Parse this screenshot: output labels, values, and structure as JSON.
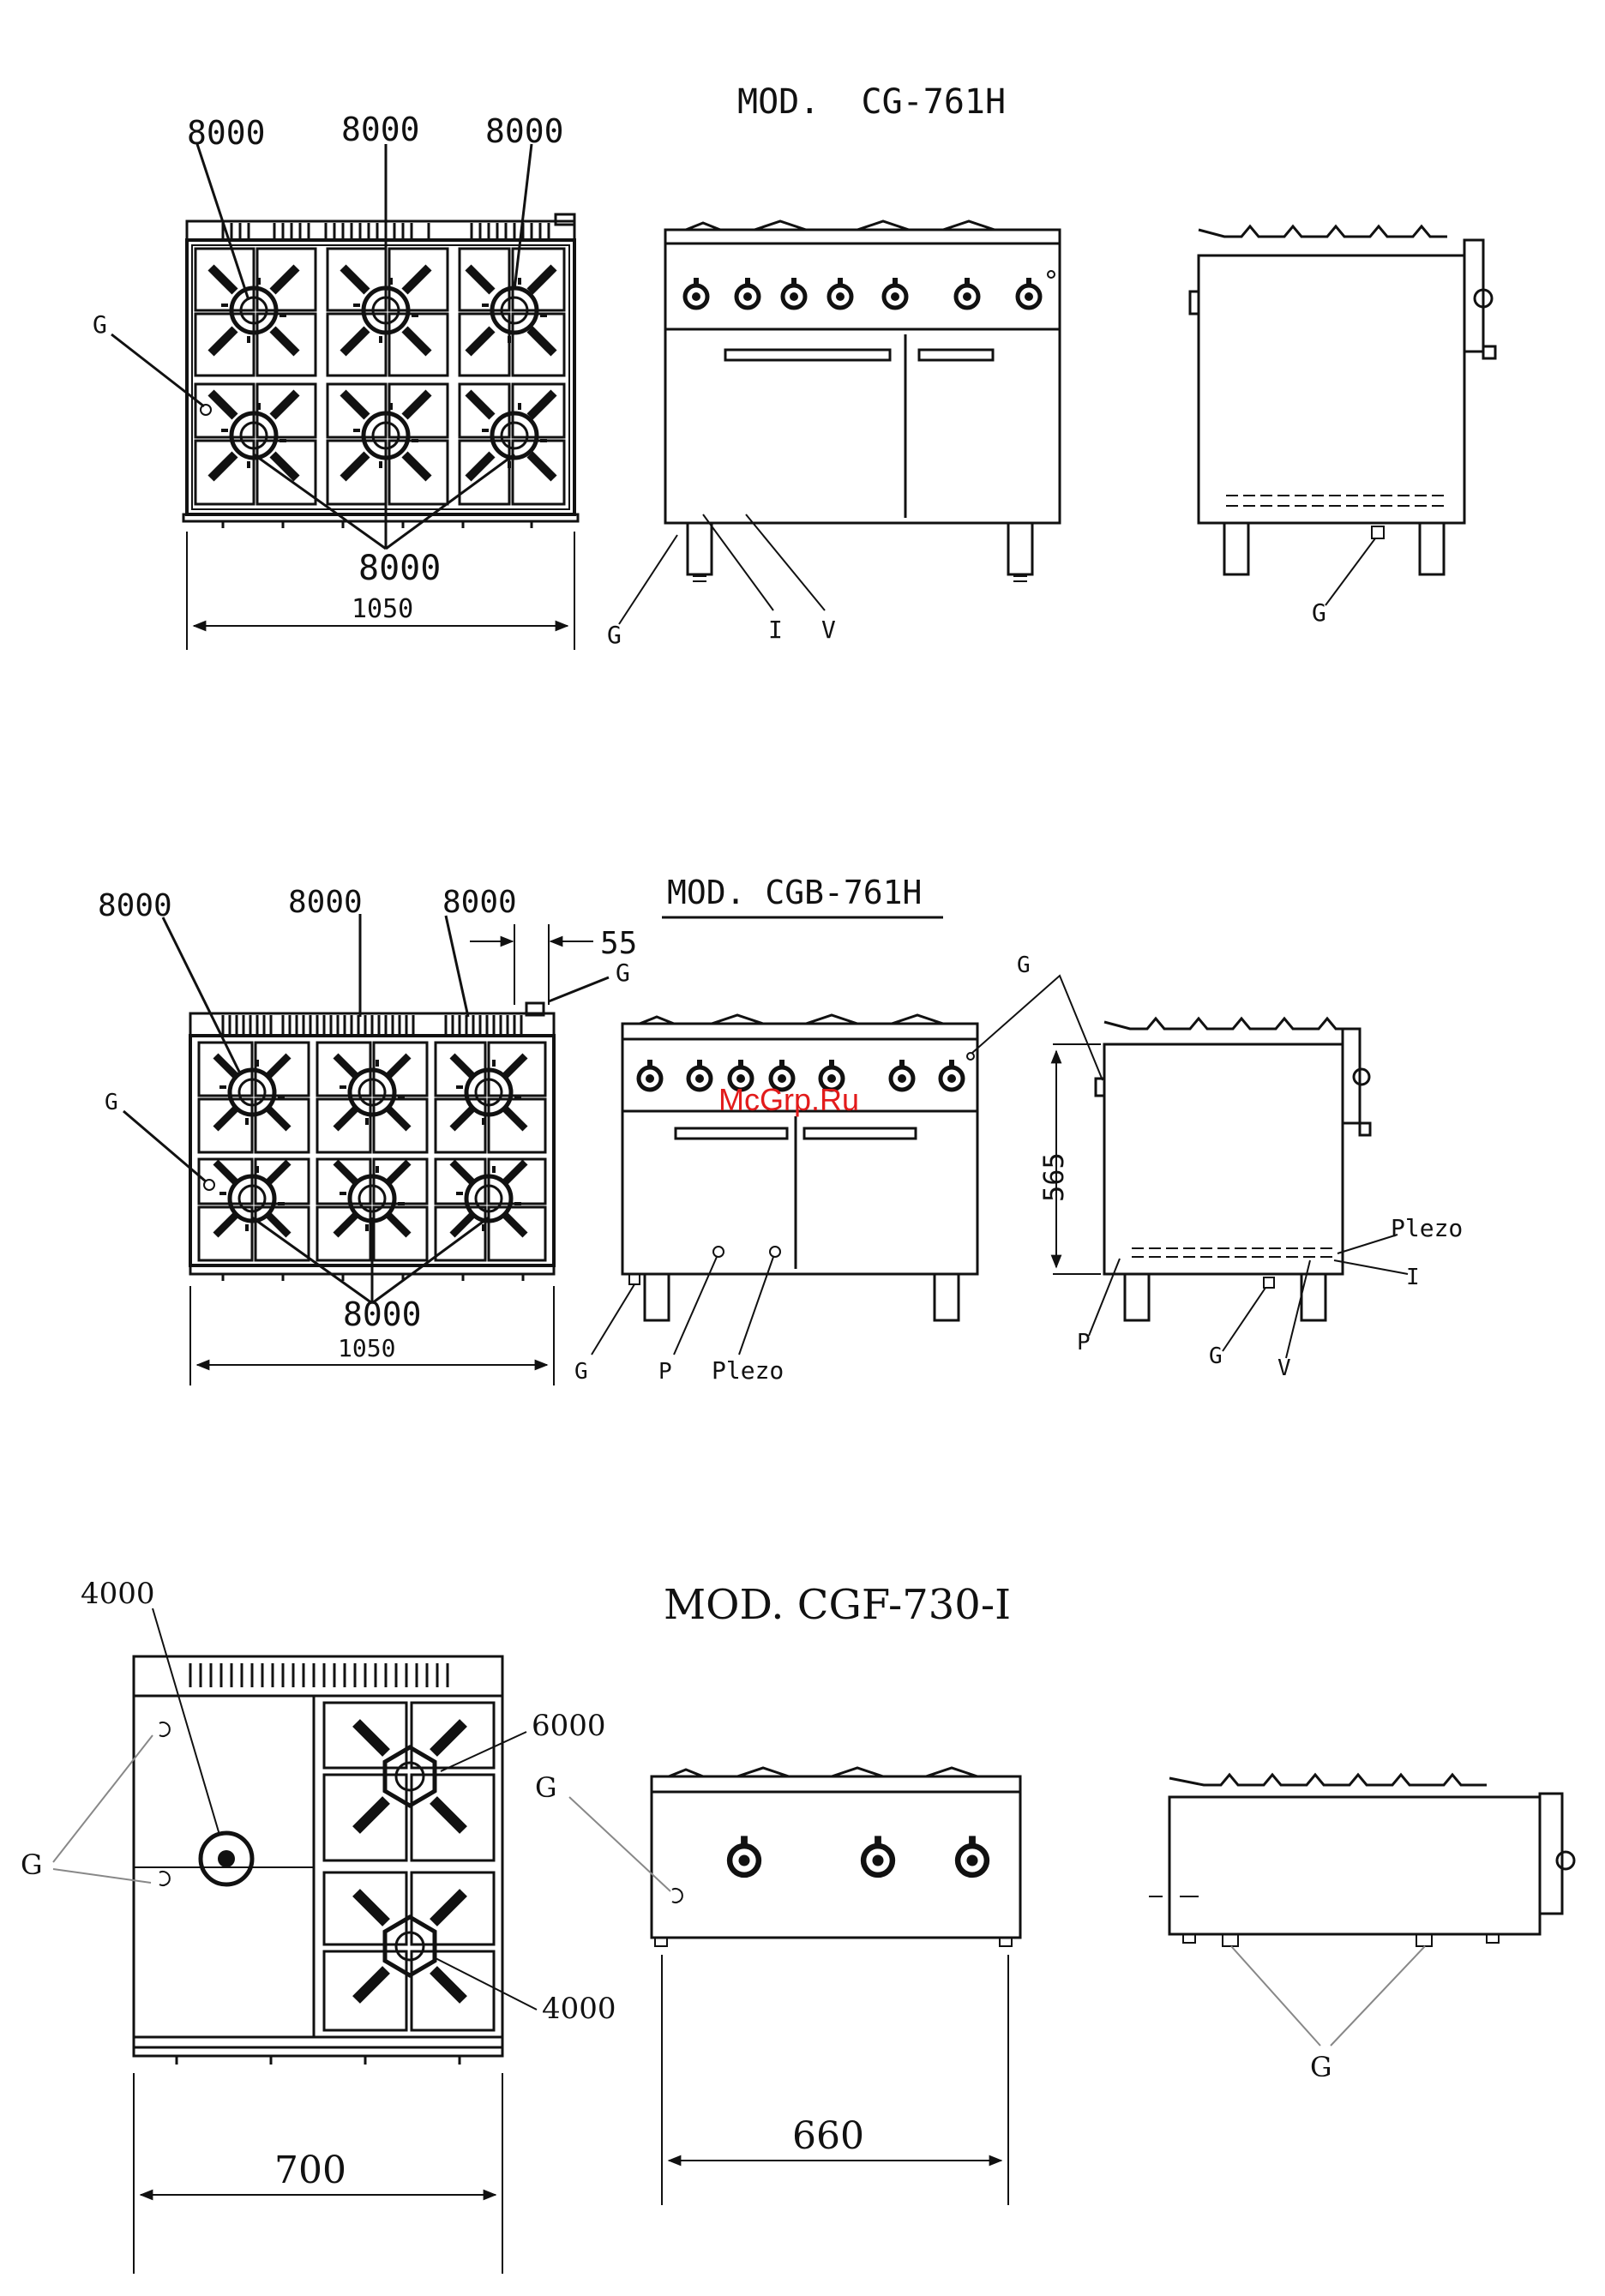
{
  "sections": [
    {
      "model": "MOD.  CG-761H",
      "top_view": {
        "burner_ratings": [
          "8000",
          "8000",
          "8000",
          "8000"
        ],
        "gas_label": "G",
        "width": "1050"
      },
      "front_view": {
        "labels": [
          "G",
          "I",
          "V"
        ]
      },
      "side_view": {
        "labels": [
          "G"
        ]
      }
    },
    {
      "model": "MOD. CGB-761H",
      "top_view": {
        "burner_ratings": [
          "8000",
          "8000",
          "8000",
          "8000"
        ],
        "gas_label": "G",
        "width": "1050",
        "offset": "55",
        "offset_label": "G"
      },
      "front_view": {
        "labels": [
          "G",
          "P",
          "Plezo",
          "G"
        ]
      },
      "side_view": {
        "height": "565",
        "labels": [
          "Plezo",
          "I",
          "P",
          "G",
          "V"
        ]
      }
    },
    {
      "model": "MOD. CGF-730-I",
      "top_view": {
        "burner_ratings": [
          "4000",
          "6000",
          "4000"
        ],
        "gas_label": "G",
        "width": "700"
      },
      "front_view": {
        "width": "660",
        "labels": [
          "G"
        ]
      },
      "side_view": {
        "labels": [
          "G"
        ]
      }
    }
  ],
  "watermark": "McGrp.Ru"
}
